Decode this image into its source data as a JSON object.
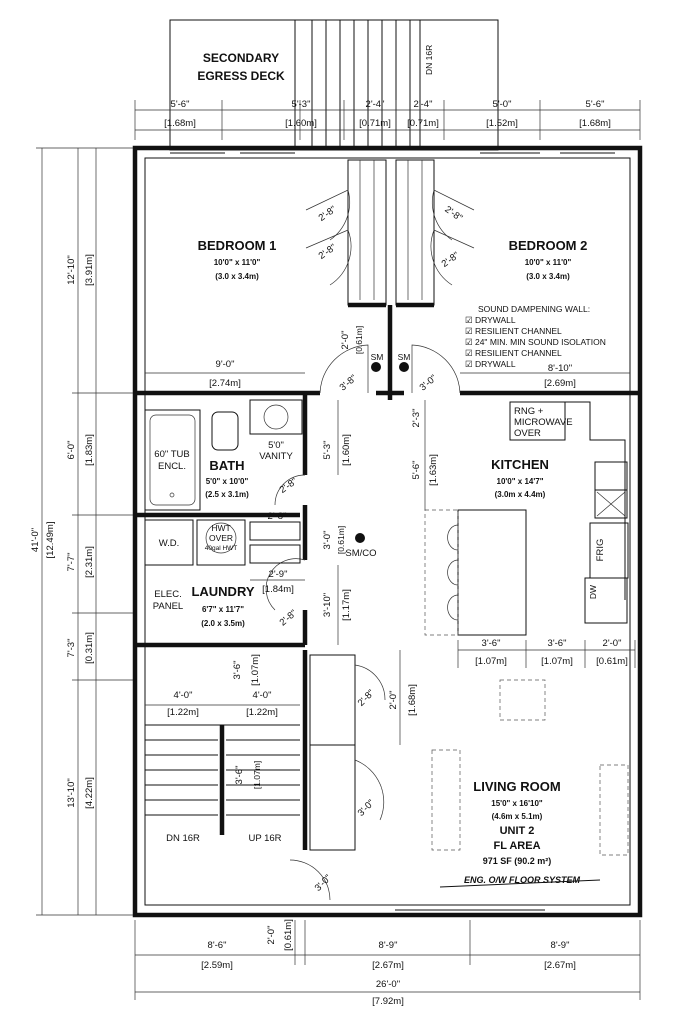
{
  "deck": {
    "title_line1": "SECONDARY",
    "title_line2": "EGRESS DECK",
    "stair_note": "DN 16R"
  },
  "top_dims": {
    "imperial": [
      "5'-6\"",
      "5'-3\"",
      "2'-4\"",
      "2'-4\"",
      "5'-0\"",
      "5'-6\""
    ],
    "metric": [
      "[1.68m]",
      "[1.60m]",
      "[0.71m]",
      "[0.71m]",
      "[1.52m]",
      "[1.68m]"
    ]
  },
  "left_dims": {
    "imperial": [
      "12'-10\"",
      "6'-0\"",
      "7'-7\"",
      "7'-3\"",
      "13'-10\""
    ],
    "metric": [
      "[3.91m]",
      "[1.83m]",
      "[2.31m]",
      "[0.31m]",
      "[4.22m]"
    ],
    "overall_imperial": "41'-0\"",
    "overall_metric": "[12.49m]"
  },
  "rooms": {
    "bedroom1": {
      "name": "BEDROOM 1",
      "size": "10'0\" x 11'0\"",
      "metric": "(3.0 x 3.4m)"
    },
    "bedroom2": {
      "name": "BEDROOM 2",
      "size": "10'0\" x 11'0\"",
      "metric": "(3.0 x 3.4m)"
    },
    "bath": {
      "name": "BATH",
      "size": "5'0\" x 10'0\"",
      "metric": "(2.5 x 3.1m)"
    },
    "kitchen": {
      "name": "KITCHEN",
      "size": "10'0\" x 14'7\"",
      "metric": "(3.0m x 4.4m)"
    },
    "laundry": {
      "name": "LAUNDRY",
      "size": "6'7\" x 11'7\"",
      "metric": "(2.0 x 3.5m)"
    },
    "living": {
      "name": "LIVING ROOM",
      "size": "15'0\" x 16'10\"",
      "metric": "(4.6m x 5.1m)",
      "unit": "UNIT 2",
      "fl_area": "FL AREA",
      "sf": "971 SF (90.2 m²)"
    }
  },
  "sound_wall": {
    "title": "SOUND DAMPENING WALL:",
    "items": [
      "☑ DRYWALL",
      "☑ RESILIENT CHANNEL",
      "☑ 24\" MIN. MIN SOUND ISOLATION",
      "☑ RESILIENT CHANNEL",
      "☑ DRYWALL"
    ]
  },
  "fixtures": {
    "tub": [
      "60\" TUB",
      "ENCL."
    ],
    "vanity": [
      "5'0\"",
      "VANITY"
    ],
    "rng": [
      "RNG +",
      "MICROWAVE",
      "OVER"
    ],
    "wd": "W.D.",
    "hwt": [
      "HWT",
      "OVER",
      "40gal HWT"
    ],
    "elec": [
      "ELEC.",
      "PANEL"
    ],
    "frig": "FRIG",
    "dw": "DW",
    "sm1": "SM",
    "sm2": "SM",
    "smco": "SM/CO"
  },
  "stairs": {
    "dn": "DN 16R",
    "up": "UP 16R"
  },
  "interior_dims": {
    "bed_left_w": "9'-0\"",
    "bed_left_w_m": "[2.74m]",
    "bed_right_w": "8'-10\"",
    "bed_right_w_m": "[2.69m]",
    "door_1": "2'-8\"",
    "door_2": "2'-8\"",
    "door_3": "2'-8\"",
    "door_4": "2'-8\"",
    "hall_door_l": "3'-8\"",
    "hall_door_r": "3'-0\"",
    "hall_2_0": "2'-0\"",
    "hall_2_0_m": "[0.61m]",
    "hall_5_3": "5'-3\"",
    "hall_5_3_m": "[1.60m]",
    "k_2_3": "2'-3\"",
    "k_5_6": "5'-6\"",
    "k_5_6_m": "[1.63m]",
    "bath_door": "2'-8\"",
    "bath_door2": "2'-8\"",
    "hall_3_0": "3'-0\"",
    "hall_3_0_m": "[0.61m]",
    "laundry_2_9": "2'-9\"",
    "laundry_2_9_m": "[1.84m]",
    "laundry_door": "2'-8\"",
    "hall_3_10": "3'-10\"",
    "hall_3_10_m": "[1.17m]",
    "isl_a": "3'-6\"",
    "isl_a_m": "[1.07m]",
    "isl_b": "3'-6\"",
    "isl_b_m": "[1.07m]",
    "isl_c": "2'-0\"",
    "isl_c_m": "[0.61m]",
    "st_3_6": "3'-6\"",
    "st_3_6_m": "[1.07m]",
    "st_4_0a": "4'-0\"",
    "st_4_0a_m": "[1.22m]",
    "st_4_0b": "4'-0\"",
    "st_4_0b_m": "[1.22m]",
    "st_3_6b": "3'-6\"",
    "st_3_6b_m": "[1.07m]",
    "closet_door": "2'-8\"",
    "closet_2_0": "2'-0\"",
    "closet_2_0_m": "[1.68m]",
    "door_3_0a": "3'-0\"",
    "door_3_0b": "3'-0\"",
    "floor_system": "ENG. O/W FLOOR SYSTEM"
  },
  "bottom_dims": {
    "imperial": [
      "8'-6\"",
      "2'-0\"",
      "8'-9\"",
      "8'-9\""
    ],
    "metric": [
      "[2.59m]",
      "[0.61m]",
      "[2.67m]",
      "[2.67m]"
    ],
    "overall_imperial": "26'-0\"",
    "overall_metric": "[7.92m]"
  }
}
